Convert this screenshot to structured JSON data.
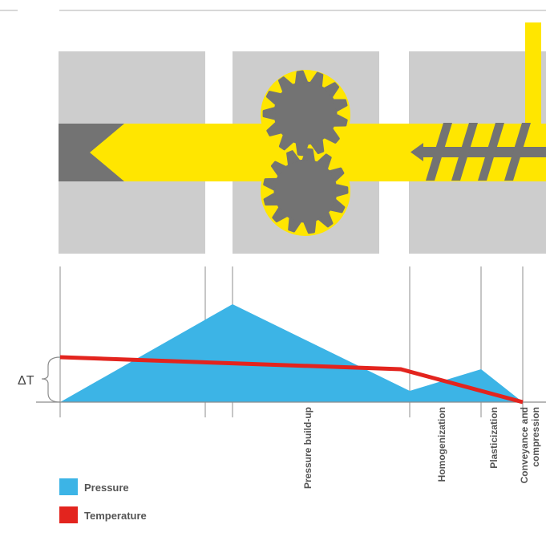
{
  "diagram": {
    "delta_t_label": "ΔT",
    "zones": [
      {
        "id": "pressure",
        "label": "Pressure build-up"
      },
      {
        "id": "homog",
        "label": "Homogenization"
      },
      {
        "id": "plast",
        "label": "Plasticization"
      },
      {
        "id": "convey",
        "label_line1": "Conveyance and",
        "label_line2": "compression"
      }
    ],
    "colors": {
      "melt_yellow": "#ffe600",
      "gear_gray": "#737373",
      "block_gray": "#cdcdcd",
      "pressure_blue": "#3cb4e6",
      "temperature_red": "#e3241e",
      "axis_gray": "#8c8c8c"
    }
  },
  "legend": {
    "pressure_label": "Pressure",
    "temperature_label": "Temperature"
  },
  "chart_data": {
    "type": "area",
    "series": [
      {
        "name": "Pressure",
        "shape": "triangular rise to peak at gear pump, fall, small rise in plasticization, drop to zero"
      },
      {
        "name": "Temperature",
        "shape": "slowly decreasing, then steep drop toward feed end"
      }
    ]
  }
}
